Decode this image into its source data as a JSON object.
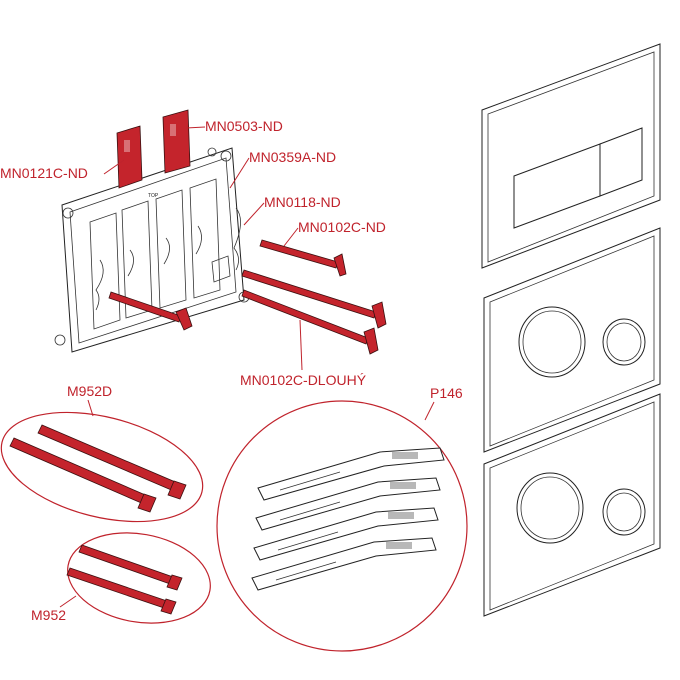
{
  "colors": {
    "accent": "#c0232c",
    "outline": "#222222",
    "background": "#ffffff"
  },
  "labels": {
    "mn0121c": "MN0121C-ND",
    "mn0503": "MN0503-ND",
    "mn0359a": "MN0359A-ND",
    "mn0118": "MN0118-ND",
    "mn0102c": "MN0102C-ND",
    "mn0102c_long": "MN0102C-DLOUHÝ",
    "m952d": "M952D",
    "m952": "M952",
    "p146": "P146"
  },
  "icons": [
    "mounting-frame-icon",
    "flush-plate-icon",
    "actuator-rod-icon",
    "cable-strip-icon"
  ]
}
